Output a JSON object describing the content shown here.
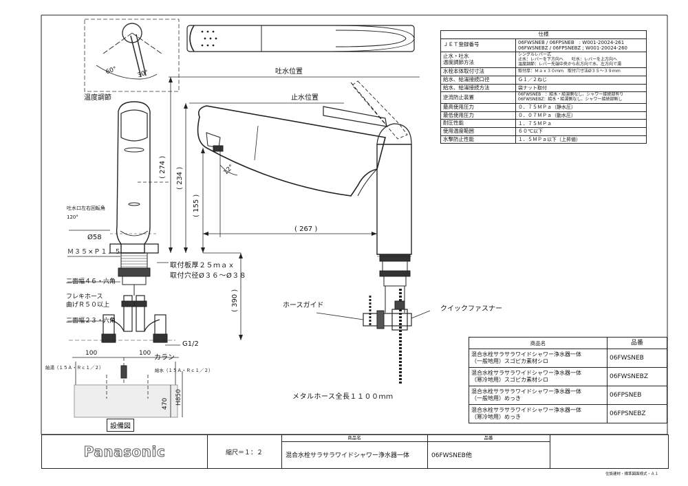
{
  "spec_table": {
    "title": "仕様",
    "rows": [
      {
        "key": "ＪＥＴ登録番号",
        "value": "06FWSNEB / 06FPSNEB　: W001-20024-261\n06FWSNEBZ / 06FPSNEBZ ; W001-20024-260"
      },
      {
        "key": "止水・吐水\n温度調節方法",
        "value": "シングルレバー式\n止水：レバーを下方向へ　　吐水：レバーを上方向へ\n温度調節：レバー先端中央から右方向で水、左方向で湯"
      },
      {
        "key": "水栓本体取付寸法",
        "value": "取付厚：Ｍａｘ３０ｍｍ　取付穴寸法Ø３５～３９ｍｍ"
      },
      {
        "key": "給水、給湯接続口径",
        "value": "Ｇ１／２ねじ"
      },
      {
        "key": "給水、給湯接続方法",
        "value": "袋ナット取付"
      },
      {
        "key": "逆流防止装置",
        "value": "06FWSNEB　：給水・給湯側なし、シャワー接続部有り\n06FWSNEBZ：給水・給湯側なし、シャワー接続部無し"
      },
      {
        "key": "最高使用圧力",
        "value": "０．７５ＭＰａ（静水圧）"
      },
      {
        "key": "最低使用圧力",
        "value": "０．０７ＭＰａ（動水圧）"
      },
      {
        "key": "耐圧性能",
        "value": "１．７５ＭＰａ"
      },
      {
        "key": "使用温度範囲",
        "value": "６０℃以下"
      },
      {
        "key": "水撃防止性能",
        "value": "１．５ＭＰａ以下（上昇値）"
      }
    ]
  },
  "product_table": {
    "header_name": "商品名",
    "header_code": "品番",
    "rows": [
      {
        "name": "混合水栓サラサラワイドシャワー浄水器一体\n（一般地用）スゴピカ素材シロ",
        "code": "06FWSNEB"
      },
      {
        "name": "混合水栓サラサラワイドシャワー浄水器一体\n（寒冷地用）スゴピカ素材シロ",
        "code": "06FWSNEBZ"
      },
      {
        "name": "混合水栓サラサラワイドシャワー浄水器一体\n（一般地用）めっき",
        "code": "06FPSNEB"
      },
      {
        "name": "混合水栓サラサラワイドシャワー浄水器一体\n（寒冷地用）めっき",
        "code": "06FPSNEBZ"
      }
    ]
  },
  "title_block": {
    "logo": "Panasonic",
    "scale": "縮尺＝１：２",
    "product_header": "商品名",
    "product_value": "混合水栓サラサラワイドシャワー浄水器一体",
    "code_header": "品番",
    "code_value": "06FWSNEB他",
    "footer_note": "住設建材・標準図面様式・Ａ１"
  },
  "labels": {
    "temp_control": "温度調節",
    "angle_60": "60°",
    "angle_30": "30°",
    "spout_position": "吐水位置",
    "stop_position": "止水位置",
    "swivel_label": "吐水口左右回転角",
    "swivel_angle": "120°",
    "dia_58": "Ø58",
    "thread": "Ｍ３５×Ｐ１．５",
    "hex46": "二面幅４６・六角",
    "flex_hose_1": "フレキホース",
    "flex_hose_2": "曲げＲ５０以上",
    "hex23": "二面幅２３・六角",
    "mount_thickness": "取付板厚２５ｍａｘ",
    "mount_hole": "取付穴径Ø３６～Ø３８",
    "g12": "G1/2",
    "dim_274": "( 274 )",
    "dim_234": "( 234 )",
    "dim_155": "( 155 )",
    "dim_267": "( 267 )",
    "dim_390": "( 390 )",
    "angle_12": "12°",
    "hose_guide": "ホースガイド",
    "quick_fastener": "クイックファスナー",
    "metal_hose": "メタルホース全長１１００ｍｍ",
    "dim_100a": "100",
    "dim_100b": "100",
    "collar": "カラン",
    "hot_supply": "給湯（１５Ａ・Ｒｃ１／２）",
    "cold_supply": "給水（１５Ａ・Ｒｃ１／２）",
    "dim_470": "470",
    "dim_h850": "H850",
    "install_diagram": "設備図"
  }
}
